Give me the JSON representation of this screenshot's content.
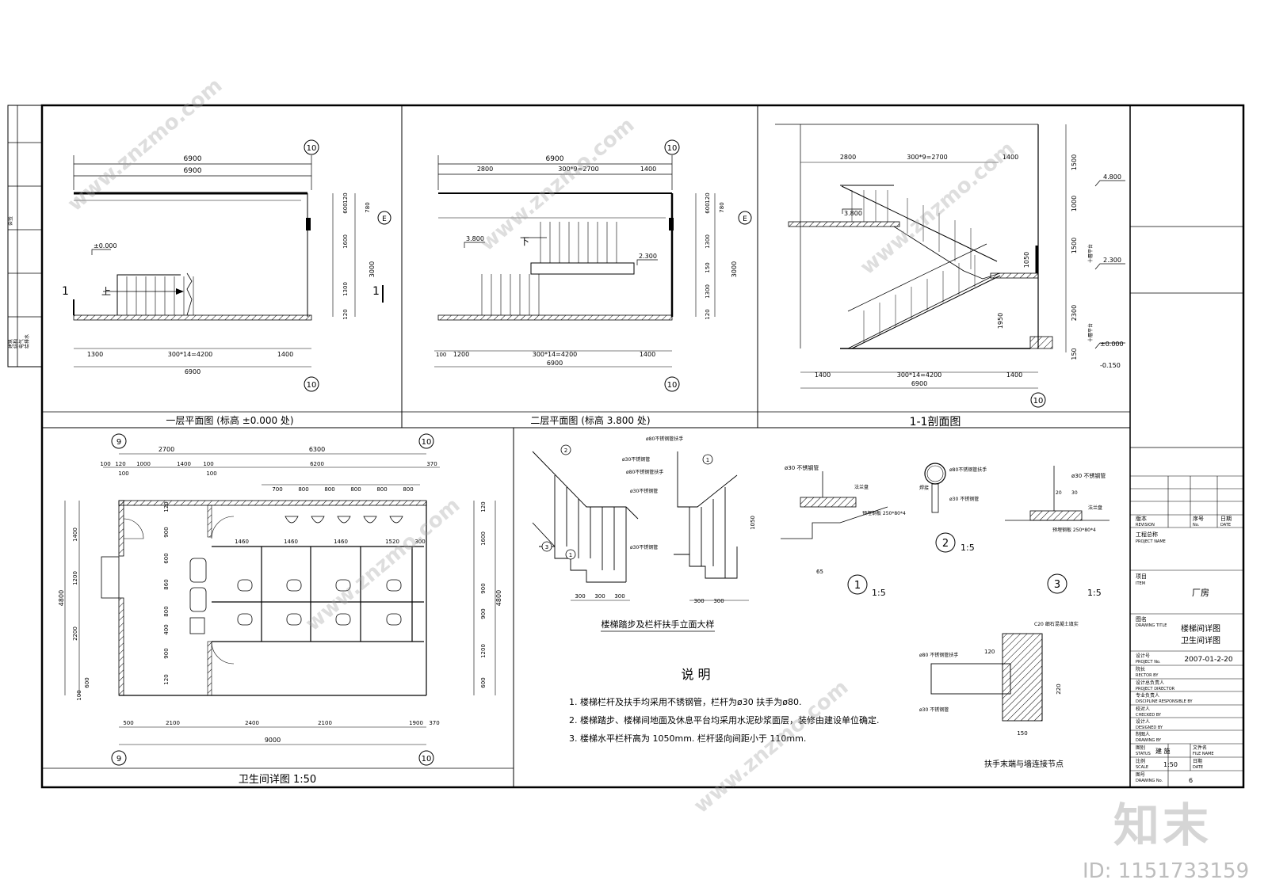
{
  "watermark": {
    "brand": "知末",
    "id": "ID: 1151733159",
    "url": "www.znzmo.com"
  },
  "left_strip": {
    "label_top": "会签",
    "labels": [
      "建筑",
      "结构",
      "电气",
      "给排水"
    ]
  },
  "plan1": {
    "title": "一层平面图 (标高 ±0.000 处)",
    "axis_top": "10",
    "axis_bottom": "10",
    "axis_right": "E",
    "dim_top_a": "6900",
    "dim_top_b": "6900",
    "dim_bottom_a": "1300",
    "dim_bottom_b": "300*14=4200",
    "dim_bottom_c": "1400",
    "dim_bottom_total": "6900",
    "dim_r1": "120",
    "dim_r2": "600",
    "dim_r3": "1600",
    "dim_r4": "1300",
    "dim_r5": "120",
    "dim_r_total": "3000",
    "dim_r_top": "780",
    "level": "±0.000",
    "up": "上",
    "cut": "1"
  },
  "plan2": {
    "title": "二层平面图 (标高 3.800 处)",
    "axis_top": "10",
    "axis_bottom": "10",
    "axis_right": "E",
    "dim_top_total": "6900",
    "dim_top_a": "2800",
    "dim_top_b": "300*9=2700",
    "dim_top_c": "1400",
    "dim_bottom_a": "1200",
    "dim_bottom_b": "300*14=4200",
    "dim_bottom_c": "1400",
    "dim_bottom_total": "6900",
    "dim_bottom_edge": "100",
    "dim_r1": "120",
    "dim_r2": "600",
    "dim_r3": "1300",
    "dim_r4": "150",
    "dim_r5": "1300",
    "dim_r6": "120",
    "dim_r_total": "3000",
    "dim_r_top": "780",
    "level_a": "3.800",
    "level_b": "2.300",
    "down": "下"
  },
  "section": {
    "title": "1-1剖面图",
    "axis": "10",
    "dim_top_a": "2800",
    "dim_top_b": "300*9=2700",
    "dim_top_c": "1400",
    "dim_bottom_a": "1400",
    "dim_bottom_b": "300*14=4200",
    "dim_bottom_c": "1400",
    "dim_bottom_total": "6900",
    "dims_right": [
      "1500",
      "1000",
      "1500",
      "2300",
      "150"
    ],
    "dims_inner": [
      "1050",
      "1950"
    ],
    "levels": [
      "4.800",
      "2.300",
      "±0.000",
      "-0.150",
      "3.800"
    ],
    "floor_notes": [
      "十層平台",
      "十層平台"
    ]
  },
  "toilet": {
    "title": "卫生间详图 1:50",
    "axis_left": "9",
    "axis_right": "10",
    "dim_top_row1": [
      "2700",
      "6300"
    ],
    "dim_top_row2": [
      "100",
      "120",
      "1000",
      "1400",
      "100",
      "6200",
      "370"
    ],
    "dim_top_row2b": [
      "100",
      "100"
    ],
    "dim_urinal": [
      "700",
      "800",
      "800",
      "800",
      "800",
      "800"
    ],
    "dim_stall": [
      "1460",
      "1460",
      "1460",
      "1520",
      "300"
    ],
    "dim_bottom": [
      "500",
      "2100",
      "2400",
      "2100",
      "1900",
      "370"
    ],
    "dim_bottom_total": "9000",
    "dim_left": [
      "1400",
      "1200",
      "2200",
      "600",
      "100"
    ],
    "dim_left_total": "4800",
    "dim_inner": [
      "120",
      "900",
      "600",
      "860",
      "800",
      "400",
      "900",
      "120"
    ],
    "dim_right": [
      "120",
      "1600",
      "900",
      "900",
      "1200",
      "600"
    ],
    "dim_right_total": "4800"
  },
  "stair_detail": {
    "title": "楼梯踏步及栏杆扶手立面大样",
    "labels": [
      "ø80不锈钢管扶手",
      "ø30不锈钢管",
      "ø80不锈钢管扶手",
      "ø30不锈钢管",
      "ø30不锈钢管"
    ],
    "dims": [
      "300",
      "300",
      "300",
      "300",
      "300",
      "1050"
    ],
    "markers": [
      "1",
      "2",
      "1",
      "3"
    ]
  },
  "node1": {
    "scale": "1:5",
    "num": "1",
    "labels": [
      "ø30 不锈钢管",
      "法兰盘",
      "预埋钢板 250*80*4",
      "65"
    ]
  },
  "node2": {
    "scale": "1:5",
    "num": "2",
    "labels": [
      "ø80不锈钢管扶手",
      "焊接",
      "ø30 不锈钢管"
    ]
  },
  "node3": {
    "scale": "1:5",
    "num": "3",
    "labels": [
      "ø30 不锈钢管",
      "法兰盘",
      "预埋钢板 250*80*4",
      "20",
      "30"
    ]
  },
  "wall_node": {
    "title": "扶手末端与墙连接节点",
    "labels": [
      "C20 细石混凝土填实",
      "ø80 不锈钢管扶手",
      "ø30 不锈钢管"
    ],
    "dims": [
      "120",
      "220",
      "150"
    ]
  },
  "notes": {
    "heading": "说  明",
    "items": [
      "1. 楼梯栏杆及扶手均采用不锈钢管，栏杆为ø30  扶手为ø80.",
      "2. 楼梯踏步、楼梯间地面及休息平台均采用水泥砂浆面层，装修由建设单位确定.",
      "3. 楼梯水平栏杆高为 1050mm. 栏杆竖向间距小于 110mm."
    ]
  },
  "title_block": {
    "revision_cn": "版本",
    "revision_en": "REVISION",
    "seq_cn": "序号",
    "seq_en": "No.",
    "date_cn": "日期",
    "date_en": "DATE",
    "project_name_cn": "工程总称",
    "project_name_en": "PROJECT NAME",
    "item_cn": "项目",
    "item_en": "ITEM",
    "item_value": "厂房",
    "drawing_title_cn": "图名",
    "drawing_title_en": "DRAWING TITLE",
    "drawing_title_1": "楼梯间详图",
    "drawing_title_2": "卫生间详图",
    "project_no_cn": "设计号",
    "project_no_en": "PROJECT No.",
    "project_no_value": "2007-01-2-20",
    "rows": [
      {
        "cn": "院长",
        "en": "RECTOR BY"
      },
      {
        "cn": "设计总负责人",
        "en": "PROJECT DIRECTOR"
      },
      {
        "cn": "专业负责人",
        "en": "DISCIPLINE RESPONSIBLE BY"
      },
      {
        "cn": "校对人",
        "en": "CHECKED BY"
      },
      {
        "cn": "设计人",
        "en": "DESIGNED BY"
      },
      {
        "cn": "制图人",
        "en": "DRAWING BY"
      }
    ],
    "status_cn": "图别",
    "status_en": "STATUS",
    "status_value": "建 施",
    "file_cn": "文件名",
    "file_en": "FILE NAME",
    "scale_cn": "比例",
    "scale_en": "SCALE",
    "scale_value": "1:50",
    "date2_cn": "日期",
    "date2_en": "DATE",
    "drawing_no_cn": "图号",
    "drawing_no_en": "DRAWING No.",
    "drawing_no_value": "6"
  }
}
